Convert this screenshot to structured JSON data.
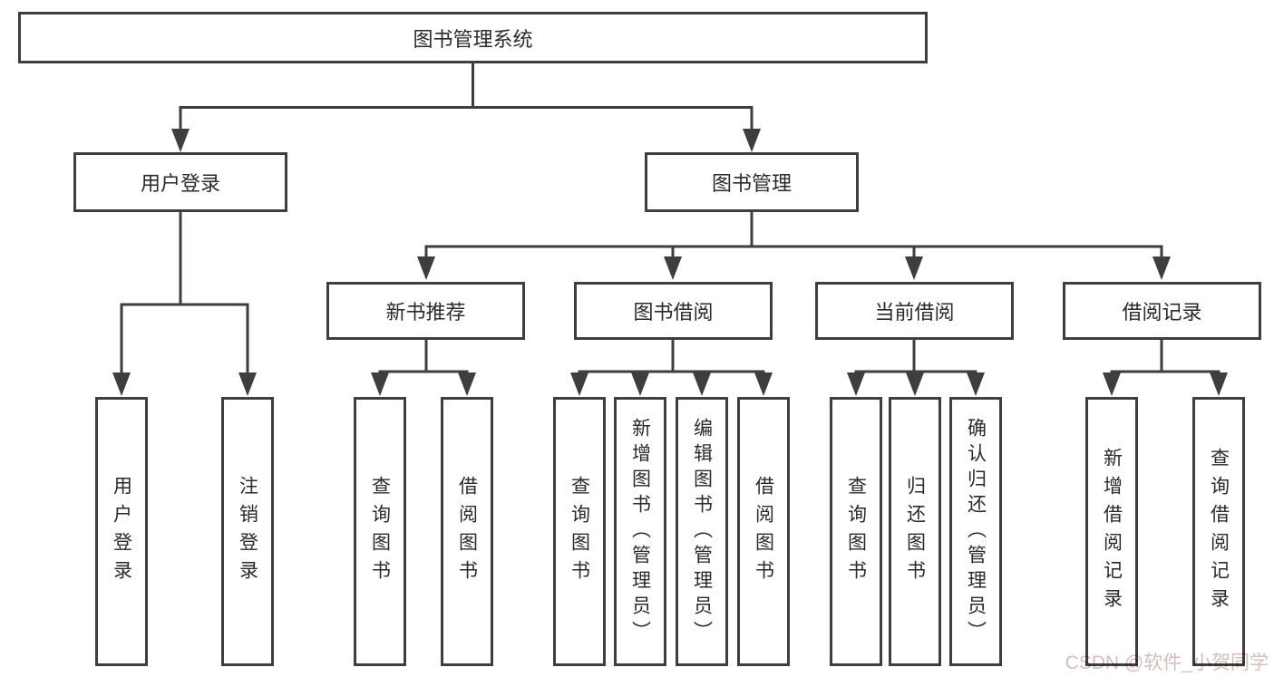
{
  "diagram": {
    "root": {
      "label": "图书管理系统"
    },
    "branches": [
      {
        "label": "用户登录",
        "children": [
          {
            "label": "用户登录"
          },
          {
            "label": "注销登录"
          }
        ]
      },
      {
        "label": "图书管理",
        "children": [
          {
            "label": "新书推荐",
            "children": [
              {
                "label": "查询图书"
              },
              {
                "label": "借阅图书"
              }
            ]
          },
          {
            "label": "图书借阅",
            "children": [
              {
                "label": "查询图书"
              },
              {
                "label": "新增图书（管理员）"
              },
              {
                "label": "编辑图书（管理员）"
              },
              {
                "label": "借阅图书"
              }
            ]
          },
          {
            "label": "当前借阅",
            "children": [
              {
                "label": "查询图书"
              },
              {
                "label": "归还图书"
              },
              {
                "label": "确认归还（管理员）"
              }
            ]
          },
          {
            "label": "借阅记录",
            "children": [
              {
                "label": "新增借阅记录"
              },
              {
                "label": "查询借阅记录"
              }
            ]
          }
        ]
      }
    ]
  },
  "watermark": {
    "text": "CSDN @软件_小贺同学"
  },
  "colors": {
    "line": "#3e3e3e",
    "box_border": "#3e3e3e",
    "text": "#2a2a2a",
    "watermark": "#d8bcbc",
    "background": "#ffffff"
  }
}
